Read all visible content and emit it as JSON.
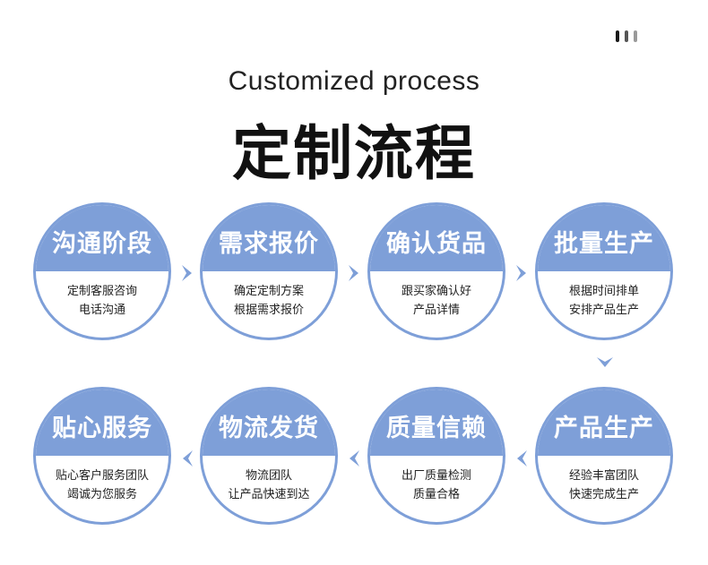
{
  "header": {
    "subtitle": "Customized process",
    "title": "定制流程"
  },
  "steps_row1": [
    {
      "heading": "沟通阶段",
      "lines": [
        "定制客服咨询",
        "电话沟通"
      ]
    },
    {
      "heading": "需求报价",
      "lines": [
        "确定定制方案",
        "根据需求报价"
      ]
    },
    {
      "heading": "确认货品",
      "lines": [
        "跟买家确认好",
        "产品详情"
      ]
    },
    {
      "heading": "批量生产",
      "lines": [
        "根据时间排单",
        "安排产品生产"
      ]
    }
  ],
  "steps_row2": [
    {
      "heading": "贴心服务",
      "lines": [
        "贴心客户服务团队",
        "竭诚为您服务"
      ]
    },
    {
      "heading": "物流发货",
      "lines": [
        "物流团队",
        "让产品快速到达"
      ]
    },
    {
      "heading": "质量信赖",
      "lines": [
        "出厂质量检测",
        "质量合格"
      ]
    },
    {
      "heading": "产品生产",
      "lines": [
        "经验丰富团队",
        "快速完成生产"
      ]
    }
  ],
  "colors": {
    "accent": "#7e9fd8",
    "heading_text": "#111111"
  },
  "icons": [
    "chevron-right-icon",
    "chevron-down-icon",
    "chevron-left-icon"
  ]
}
